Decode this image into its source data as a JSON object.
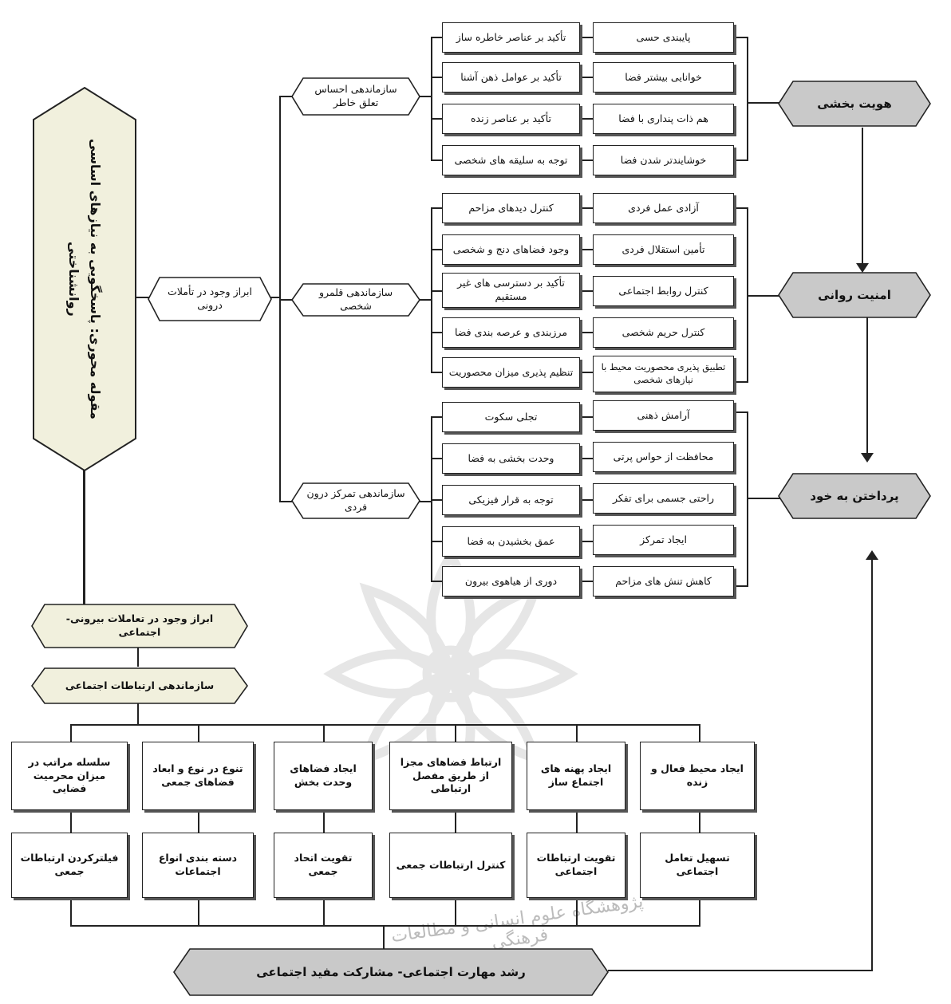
{
  "center": {
    "main": "مقوله محوری: پاسخگویی به نیازهای اساسی روانشناختی",
    "inner": "ابراز وجود در تأملات درونی",
    "outer": "ابراز وجود در تعاملات بیرونی- اجتماعی",
    "social_org": "سازماندهی ارتباطات اجتماعی"
  },
  "groups": [
    {
      "title": "سازماندهی احساس تعلق خاطر",
      "outcome": "هویت بخشی",
      "left": [
        "تأکید بر عناصر خاطره ساز",
        "تأکید بر عوامل ذهن آشنا",
        "تأکید بر عناصر زنده",
        "توجه به سلیقه های شخصی"
      ],
      "right": [
        "پایبندی حسی",
        "خوانایی بیشتر فضا",
        "هم ذات پنداری با فضا",
        "خوشایندتر شدن فضا"
      ]
    },
    {
      "title": "سازماندهی قلمرو شخصی",
      "outcome": "امنیت روانی",
      "left": [
        "کنترل دیدهای مزاحم",
        "وجود فضاهای دنج و شخصی",
        "تأکید بر دسترسی های غیر مستقیم",
        "مرزبندی و عرصه بندی فضا",
        "تنظیم پذیری میزان محصوریت"
      ],
      "right": [
        "آزادی عمل فردی",
        "تأمین استقلال فردی",
        "کنترل روابط اجتماعی",
        "کنترل حریم شخصی",
        "تطبیق پذیری محصوریت محیط با نیازهای شخصی"
      ]
    },
    {
      "title": "سازماندهی تمرکز درون فردی",
      "outcome": "پرداختن به خود",
      "left": [
        "تجلی سکوت",
        "وحدت بخشی به فضا",
        "توجه به قرار فیزیکی",
        "عمق بخشیدن به فضا",
        "دوری از هیاهوی بیرون"
      ],
      "right": [
        "آرامش ذهنی",
        "محافظت از حواس پرتی",
        "راحتی جسمی برای تفکر",
        "ایجاد تمرکز",
        "کاهش تنش های مزاحم"
      ]
    }
  ],
  "social": [
    {
      "top": "ایجاد محیط فعال و زنده",
      "bottom": "تسهیل تعامل اجتماعی"
    },
    {
      "top": "ایجاد پهنه های اجتماع ساز",
      "bottom": "تقویت ارتباطات اجتماعی"
    },
    {
      "top": "ارتباط فضاهای مجزا از طریق مفصل ارتباطی",
      "bottom": "کنترل ارتباطات جمعی"
    },
    {
      "top": "ایجاد فضاهای وحدت بخش",
      "bottom": "تقویت اتحاد جمعی"
    },
    {
      "top": "تنوع در نوع و ابعاد فضاهای جمعی",
      "bottom": "دسته بندی انواع اجتماعات"
    },
    {
      "top": "سلسله مراتب در میزان محرمیت فضایی",
      "bottom": "فیلترکردن ارتباطات جمعی"
    }
  ],
  "bottom_result": "رشد مهارت اجتماعی- مشارکت مفید اجتماعی",
  "watermark": "پژوهشگاه علوم انسانی و مطالعات فرهنگی",
  "colors": {
    "outcome_fill": "#c9c9c9",
    "outer_fill": "#f1f0dd",
    "line": "#222222"
  }
}
